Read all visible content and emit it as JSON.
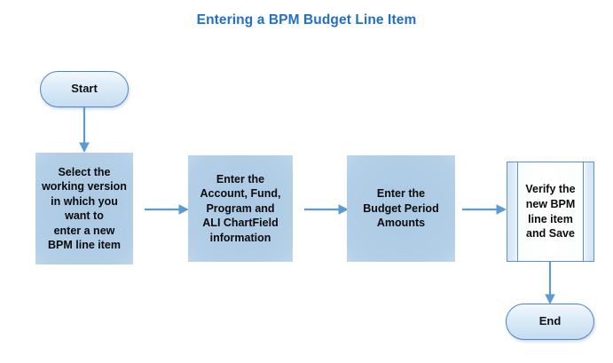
{
  "title": "Entering a BPM Budget Line Item",
  "theme": {
    "background": "#ffffff",
    "title_color": "#1f6fc4",
    "node_border": "#4a86c8",
    "predefined_border": "#5b94cd",
    "node_fill_light": "#f3f8fd",
    "node_fill_dark": "#c5ddf1",
    "process_fill": "#abc9e4",
    "connector_color": "#5b9bd5",
    "text_color": "#0b0b0b"
  },
  "nodes": {
    "start": {
      "label": "Start",
      "shape": "terminator"
    },
    "step1": {
      "label": "Select the\nworking version\nin which you\nwant to\nenter a new\nBPM line item",
      "shape": "process"
    },
    "step2": {
      "label": "Enter the\nAccount, Fund,\nProgram and\nALI ChartField\ninformation",
      "shape": "process"
    },
    "step3": {
      "label": "Enter the\nBudget Period\nAmounts",
      "shape": "process"
    },
    "step4": {
      "label": "Verify the\nnew BPM\nline item\nand Save",
      "shape": "predefined-process"
    },
    "end": {
      "label": "End",
      "shape": "terminator"
    }
  },
  "connectors": [
    {
      "id": "start-to-step1",
      "from": "start",
      "to": "step1",
      "direction": "down"
    },
    {
      "id": "step1-to-step2",
      "from": "step1",
      "to": "step2",
      "direction": "right"
    },
    {
      "id": "step2-to-step3",
      "from": "step2",
      "to": "step3",
      "direction": "right"
    },
    {
      "id": "step3-to-step4",
      "from": "step3",
      "to": "step4",
      "direction": "right"
    },
    {
      "id": "step4-to-end",
      "from": "step4",
      "to": "end",
      "direction": "down"
    }
  ]
}
